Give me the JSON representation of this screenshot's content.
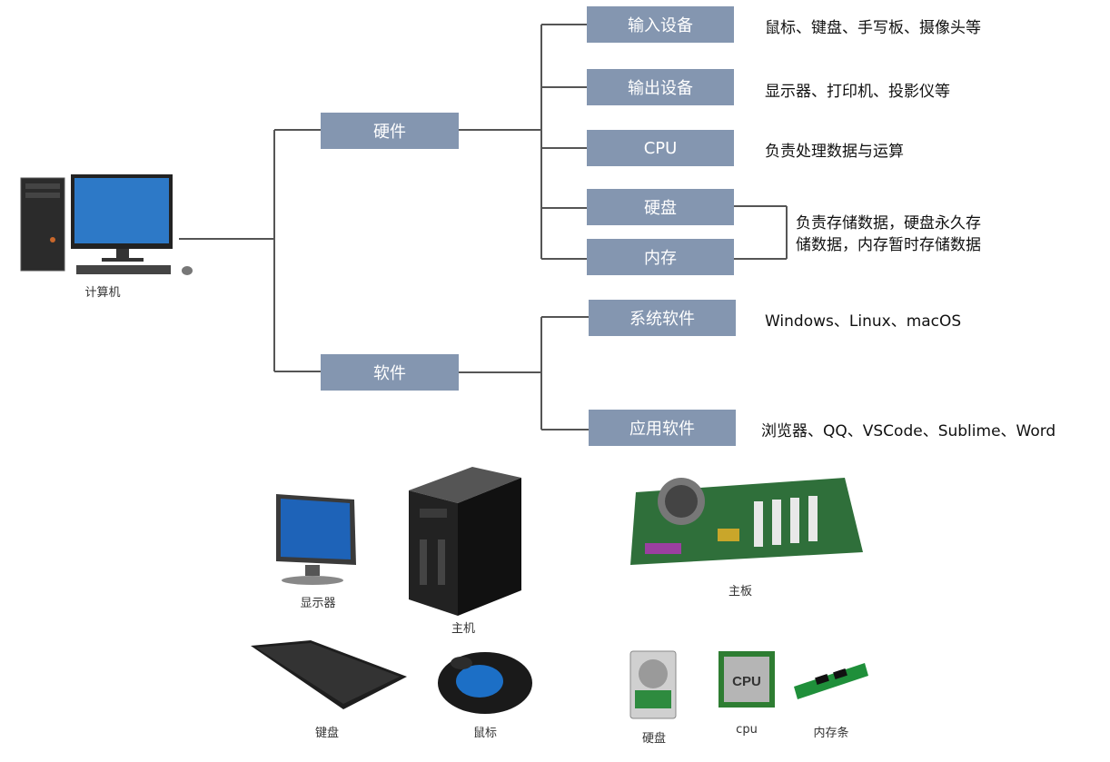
{
  "root": {
    "label": "计算机"
  },
  "hardware": {
    "label": "硬件",
    "items": [
      {
        "label": "输入设备",
        "desc": "鼠标、键盘、手写板、摄像头等"
      },
      {
        "label": "输出设备",
        "desc": "显示器、打印机、投影仪等"
      },
      {
        "label": "CPU",
        "desc": "负责处理数据与运算"
      },
      {
        "label": "硬盘"
      },
      {
        "label": "内存"
      }
    ],
    "storage_desc": [
      "负责存储数据，硬盘永久存",
      "储数据，内存暂时存储数据"
    ]
  },
  "software": {
    "label": "软件",
    "items": [
      {
        "label": "系统软件",
        "desc": "Windows、Linux、macOS"
      },
      {
        "label": "应用软件",
        "desc": "浏览器、QQ、VSCode、Sublime、Word"
      }
    ]
  },
  "illustrations": {
    "monitor": "显示器",
    "host": "主机",
    "motherboard": "主板",
    "keyboard": "键盘",
    "mouse": "鼠标",
    "hdd": "硬盘",
    "cpu": "cpu",
    "cpu_chip_text": "CPU",
    "ram": "内存条"
  },
  "colors": {
    "node": "#8496b0",
    "line": "#555555"
  }
}
